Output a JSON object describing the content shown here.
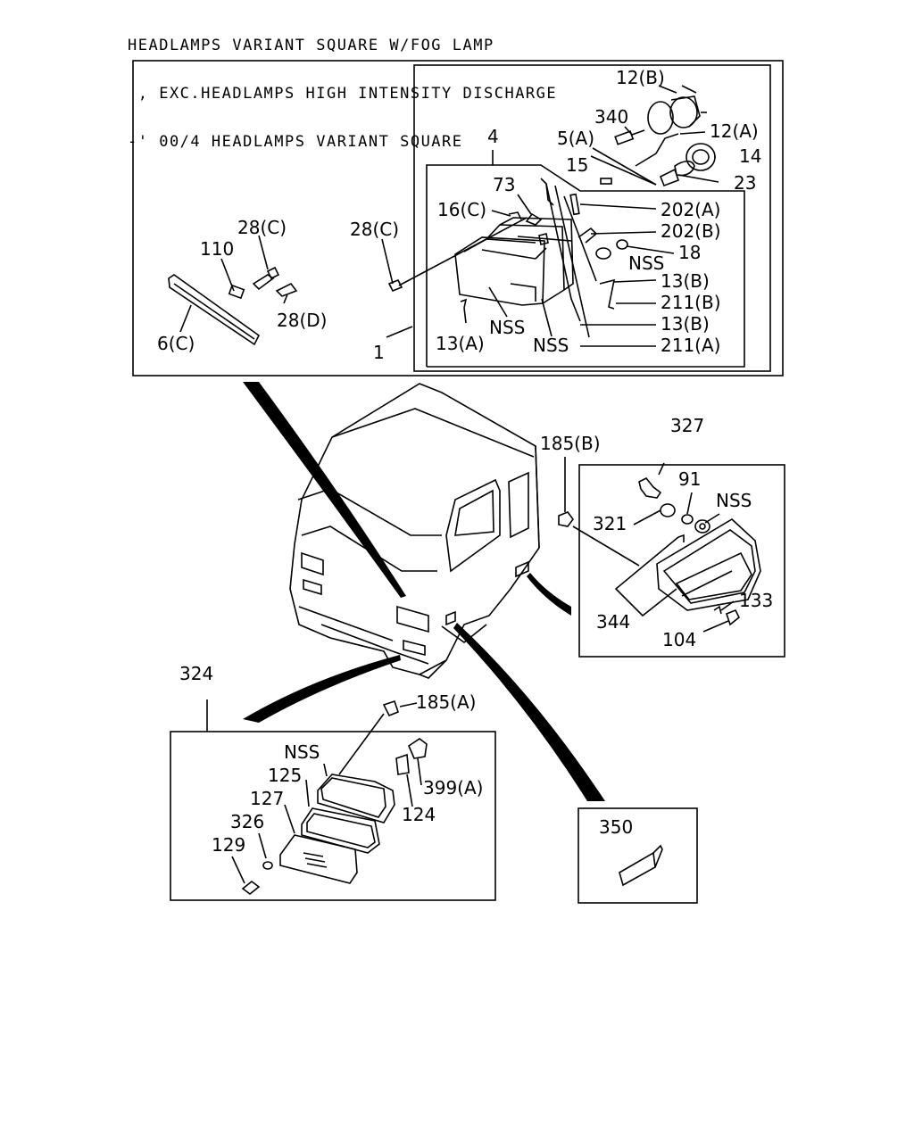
{
  "title_lines": [
    "HEADLAMPS VARIANT SQUARE W/FOG LAMP",
    " , EXC.HEADLAMPS HIGH INTENSITY DISCHARGE",
    "-' 00/4 HEADLAMPS VARIANT SQUARE"
  ],
  "headlamp_group": {
    "labels": {
      "p12b": "12(B)",
      "p340": "340",
      "p12a": "12(A)",
      "p4": "4",
      "p5a": "5(A)",
      "p14": "14",
      "p15": "15",
      "p23": "23",
      "p73": "73",
      "p16c": "16(C)",
      "p202a": "202(A)",
      "p202b": "202(B)",
      "p18": "18",
      "nss_a": "NSS",
      "p13b_1": "13(B)",
      "p211b": "211(B)",
      "p13b_2": "13(B)",
      "p211a": "211(A)",
      "p1": "1",
      "p13a": "13(A)",
      "nss_b": "NSS",
      "nss_c": "NSS",
      "p28c_a": "28(C)",
      "p28c_b": "28(C)",
      "p110": "110",
      "p28d": "28(D)",
      "p6c": "6(C)"
    }
  },
  "side_lamp_group": {
    "labels": {
      "p327": "327",
      "p185b": "185(B)",
      "p91": "91",
      "nss": "NSS",
      "p321": "321",
      "p133": "133",
      "p344": "344",
      "p104": "104"
    }
  },
  "turn_lamp_group": {
    "labels": {
      "p324": "324",
      "p185a": "185(A)",
      "nss": "NSS",
      "p125": "125",
      "p127": "127",
      "p399a": "399(A)",
      "p124": "124",
      "p326": "326",
      "p129": "129"
    }
  },
  "plate_group": {
    "labels": {
      "p350": "350"
    }
  }
}
